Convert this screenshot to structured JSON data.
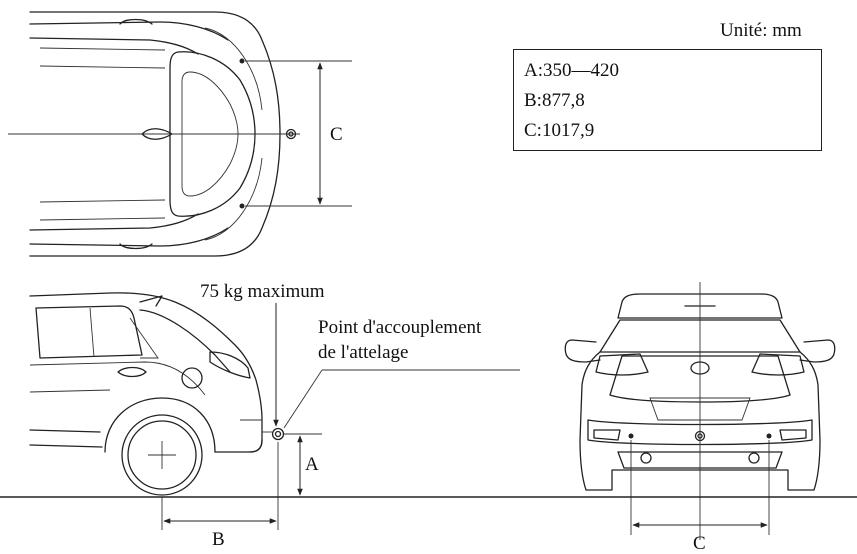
{
  "unit_label": "Unité: mm",
  "specs": [
    {
      "text": "A:350—420"
    },
    {
      "text": "B:877,8"
    },
    {
      "text": "C:1017,9"
    }
  ],
  "labels": {
    "max_load": "75 kg maximum",
    "coupling_point_line1": "Point d'accouplement",
    "coupling_point_line2": "de l'attelage",
    "dim_a": "A",
    "dim_b": "B",
    "dim_c_top": "C",
    "dim_c_rear": "C"
  },
  "colors": {
    "line": "#222222",
    "background": "#ffffff"
  }
}
